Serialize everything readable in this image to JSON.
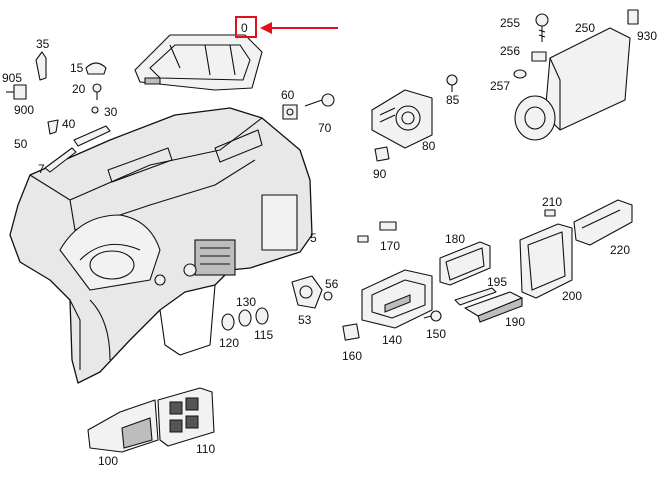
{
  "diagram": {
    "highlight_label": "0",
    "labels": {
      "l0": "0",
      "l5": "5",
      "l7": "7",
      "l15": "15",
      "l20": "20",
      "l30": "30",
      "l35": "35",
      "l40": "40",
      "l50": "50",
      "l53": "53",
      "l56": "56",
      "l60": "60",
      "l70": "70",
      "l80": "80",
      "l85": "85",
      "l90": "90",
      "l100": "100",
      "l110": "110",
      "l115": "115",
      "l120": "120",
      "l130": "130",
      "l140": "140",
      "l150": "150",
      "l160": "160",
      "l170": "170",
      "l180": "180",
      "l190": "190",
      "l195": "195",
      "l200": "200",
      "l210": "210",
      "l220": "220",
      "l250": "250",
      "l255": "255",
      "l256": "256",
      "l257": "257",
      "l900": "900",
      "l905": "905",
      "l930": "930"
    },
    "colors": {
      "highlight": "#e0101c",
      "line": "#111111"
    }
  }
}
